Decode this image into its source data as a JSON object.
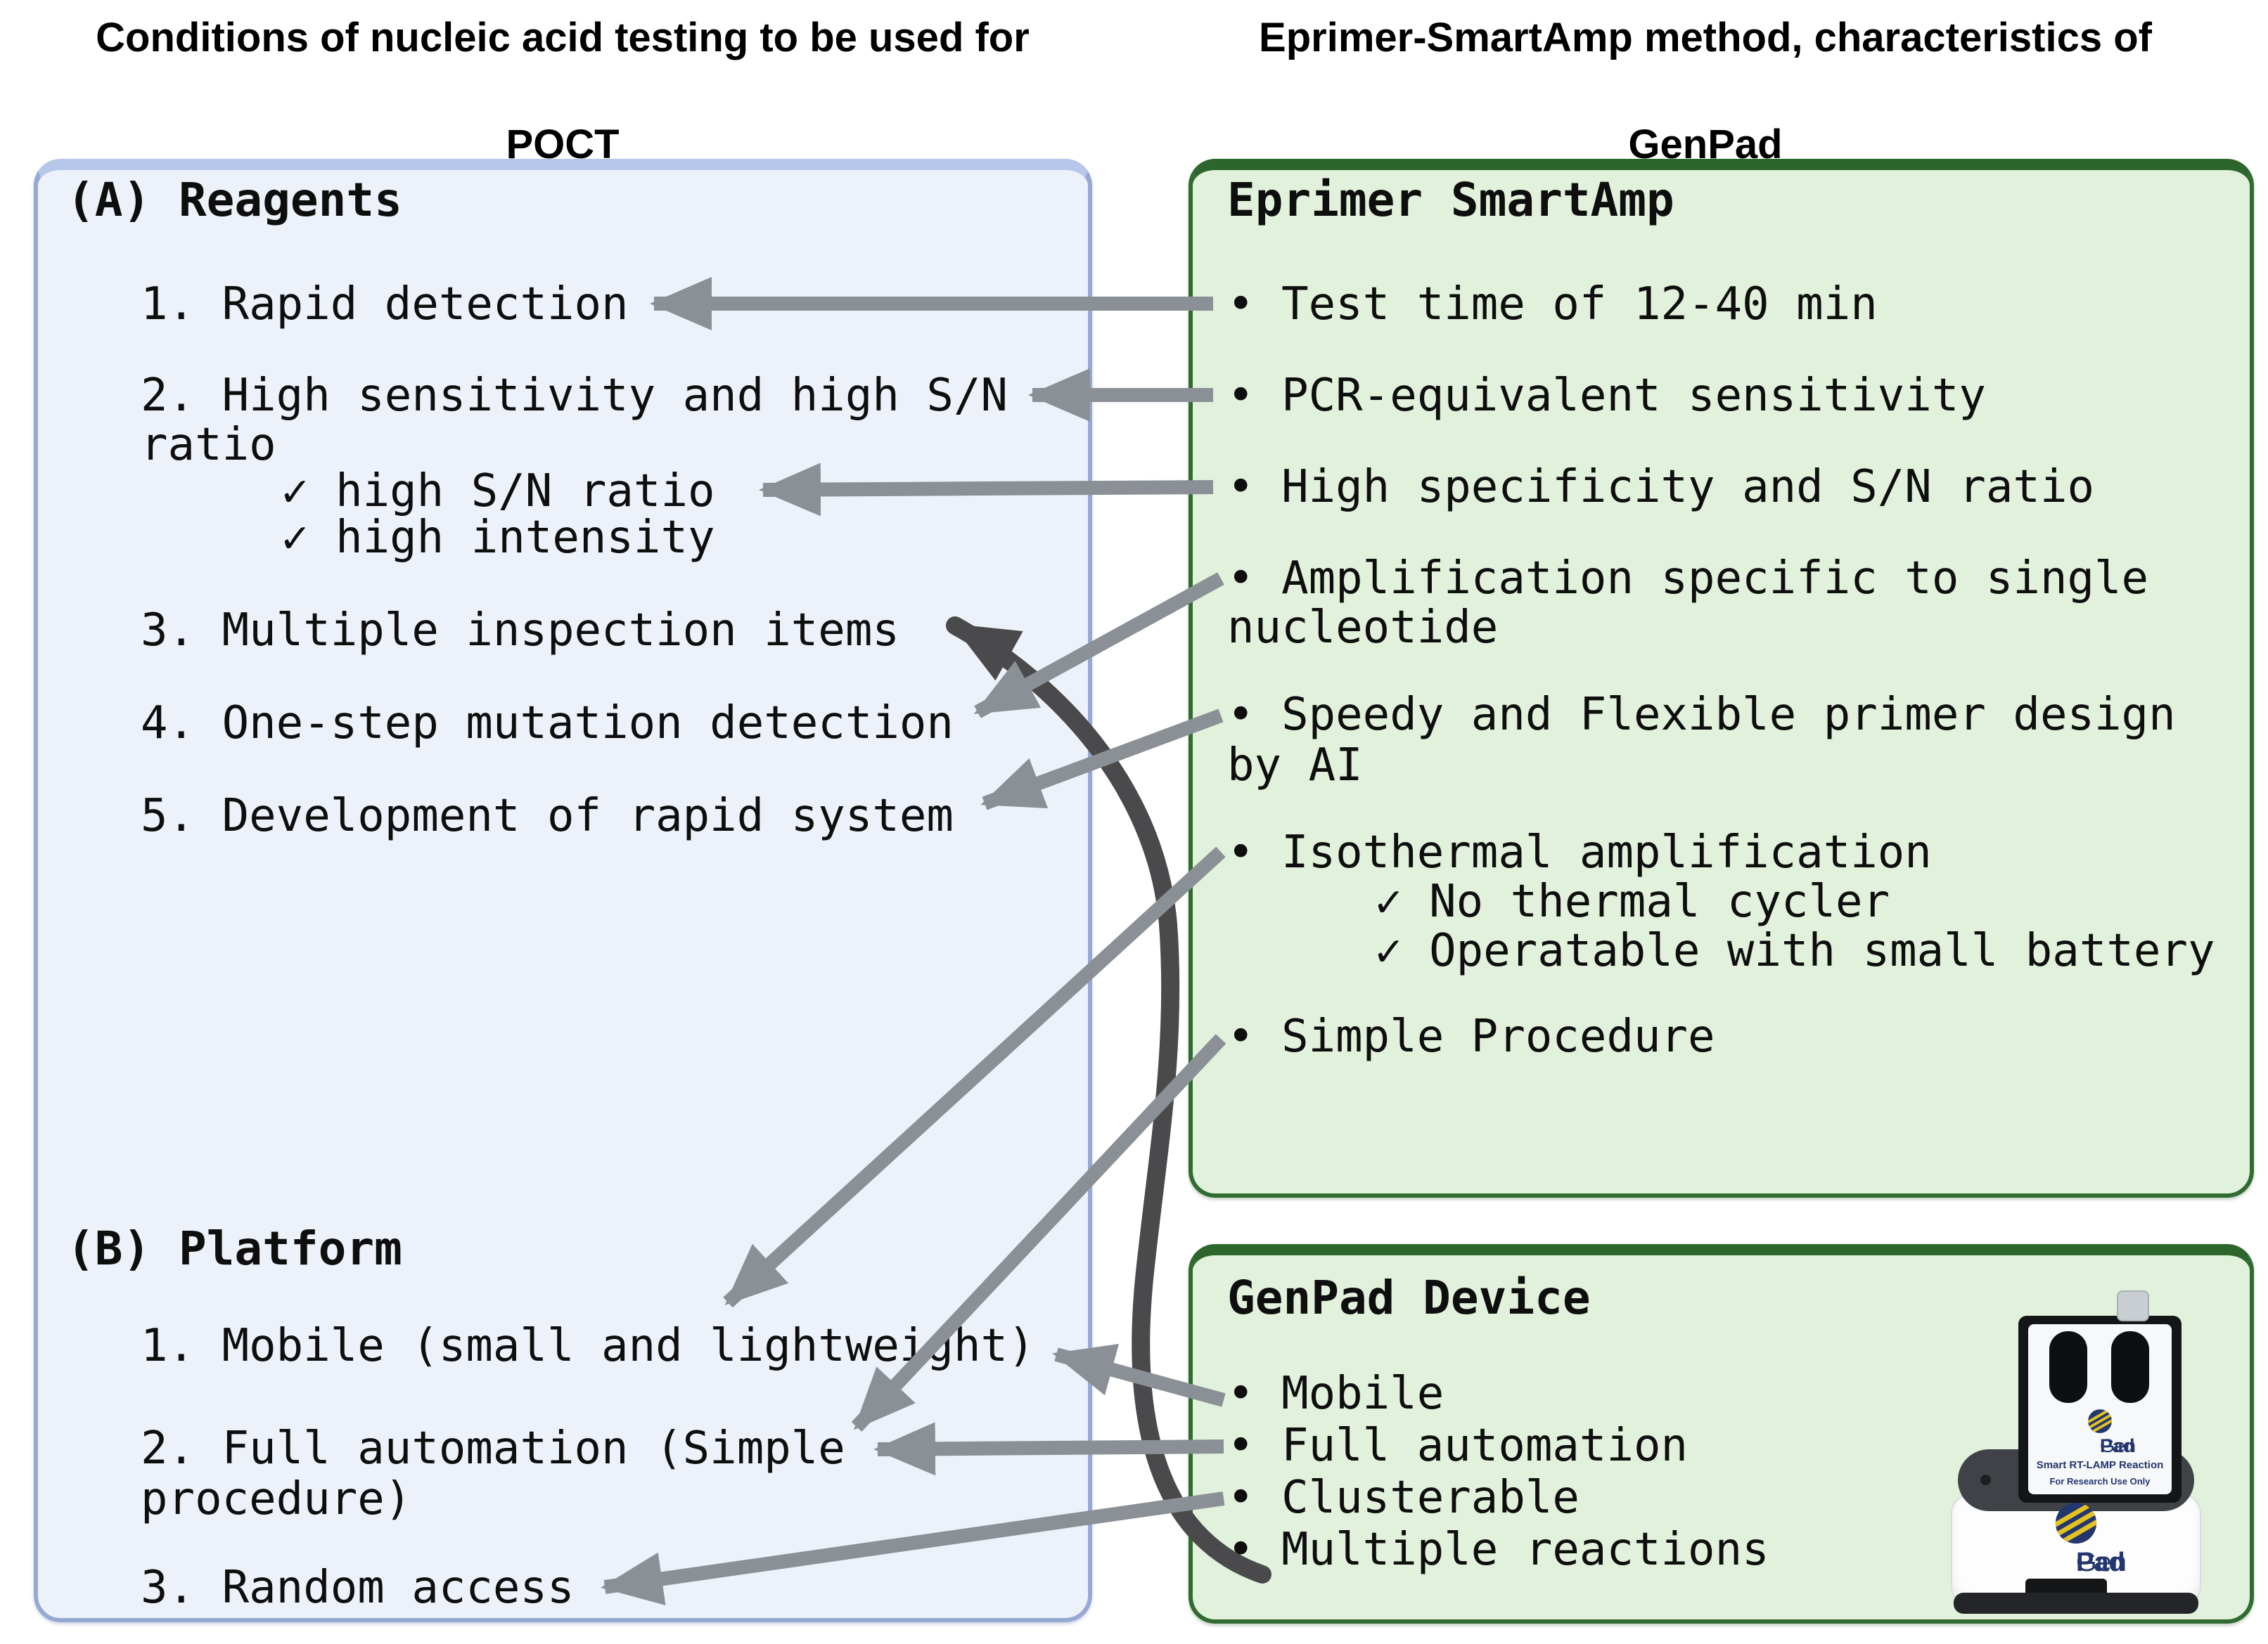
{
  "titles": {
    "left_line1": "Conditions of nucleic acid testing to be used for",
    "left_line2": "POCT",
    "right_line1": "Eprimer-SmartAmp method, characteristics of",
    "right_line2": "GenPad"
  },
  "left_panel": {
    "heading_a": "(A) Reagents",
    "line_rapid": "1. Rapid detection",
    "line_sens1": "2. High sensitivity and high S/N",
    "line_sens2": "ratio",
    "check_sn": "✓ high S/N ratio",
    "check_intensity": "✓ high intensity",
    "line_multi": "3. Multiple inspection items",
    "line_onestep": "4. One-step mutation detection",
    "line_rapidsys": "5. Development of rapid system",
    "heading_b": "(B) Platform",
    "line_mobile": "1. Mobile (small and lightweight)",
    "line_fullauto1": "2. Full automation (Simple",
    "line_fullauto2": "procedure)",
    "line_random": "3. Random access"
  },
  "smartamp_panel": {
    "heading": "Eprimer SmartAmp",
    "line_testtime": "• Test time of 12-40 min",
    "line_pcr": "• PCR-equivalent sensitivity",
    "line_spec": "• High specificity and S/N ratio",
    "line_amp1": "• Amplification specific to single",
    "line_amp2": "nucleotide",
    "line_primer1": "• Speedy and Flexible primer design",
    "line_primer2": "by AI",
    "line_iso": "• Isothermal amplification",
    "check_cycler": "✓ No thermal cycler",
    "check_battery": "✓ Operatable with small battery",
    "line_simple": "• Simple Procedure"
  },
  "genpad_panel": {
    "heading": "GenPad Device",
    "line_mobile": "• Mobile",
    "line_fullauto": "• Full automation",
    "line_cluster": "• Clusterable",
    "line_multi": "• Multiple reactions"
  },
  "device": {
    "brand_gen": "Gen",
    "brand_pad": "Pad",
    "cartridge_line1": "Smart RT-LAMP Reaction",
    "cartridge_line2": "For Research Use Only"
  },
  "colors": {
    "left_panel_bg": "#edf2fa",
    "left_panel_border": "#96a9d4",
    "green_panel_bg": "#e1f1db",
    "green_panel_border": "#306b30",
    "arrow_gray": "#8a9096",
    "arrow_dark": "#4a4a4c",
    "logo_navy": "#23366e",
    "logo_yellow": "#e3c222",
    "text": "#0e0e0e"
  }
}
